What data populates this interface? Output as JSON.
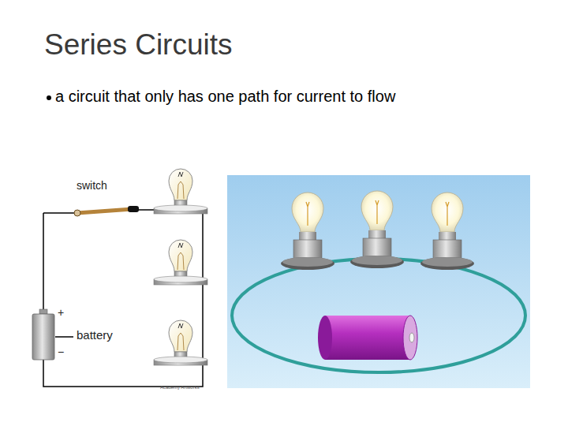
{
  "diagram": {
    "title": "Series Circuits",
    "labels": [
      "a circuit that only has one path for current to flow",
      "switch",
      "+",
      "battery",
      "−",
      "Academy Artworks"
    ]
  }
}
